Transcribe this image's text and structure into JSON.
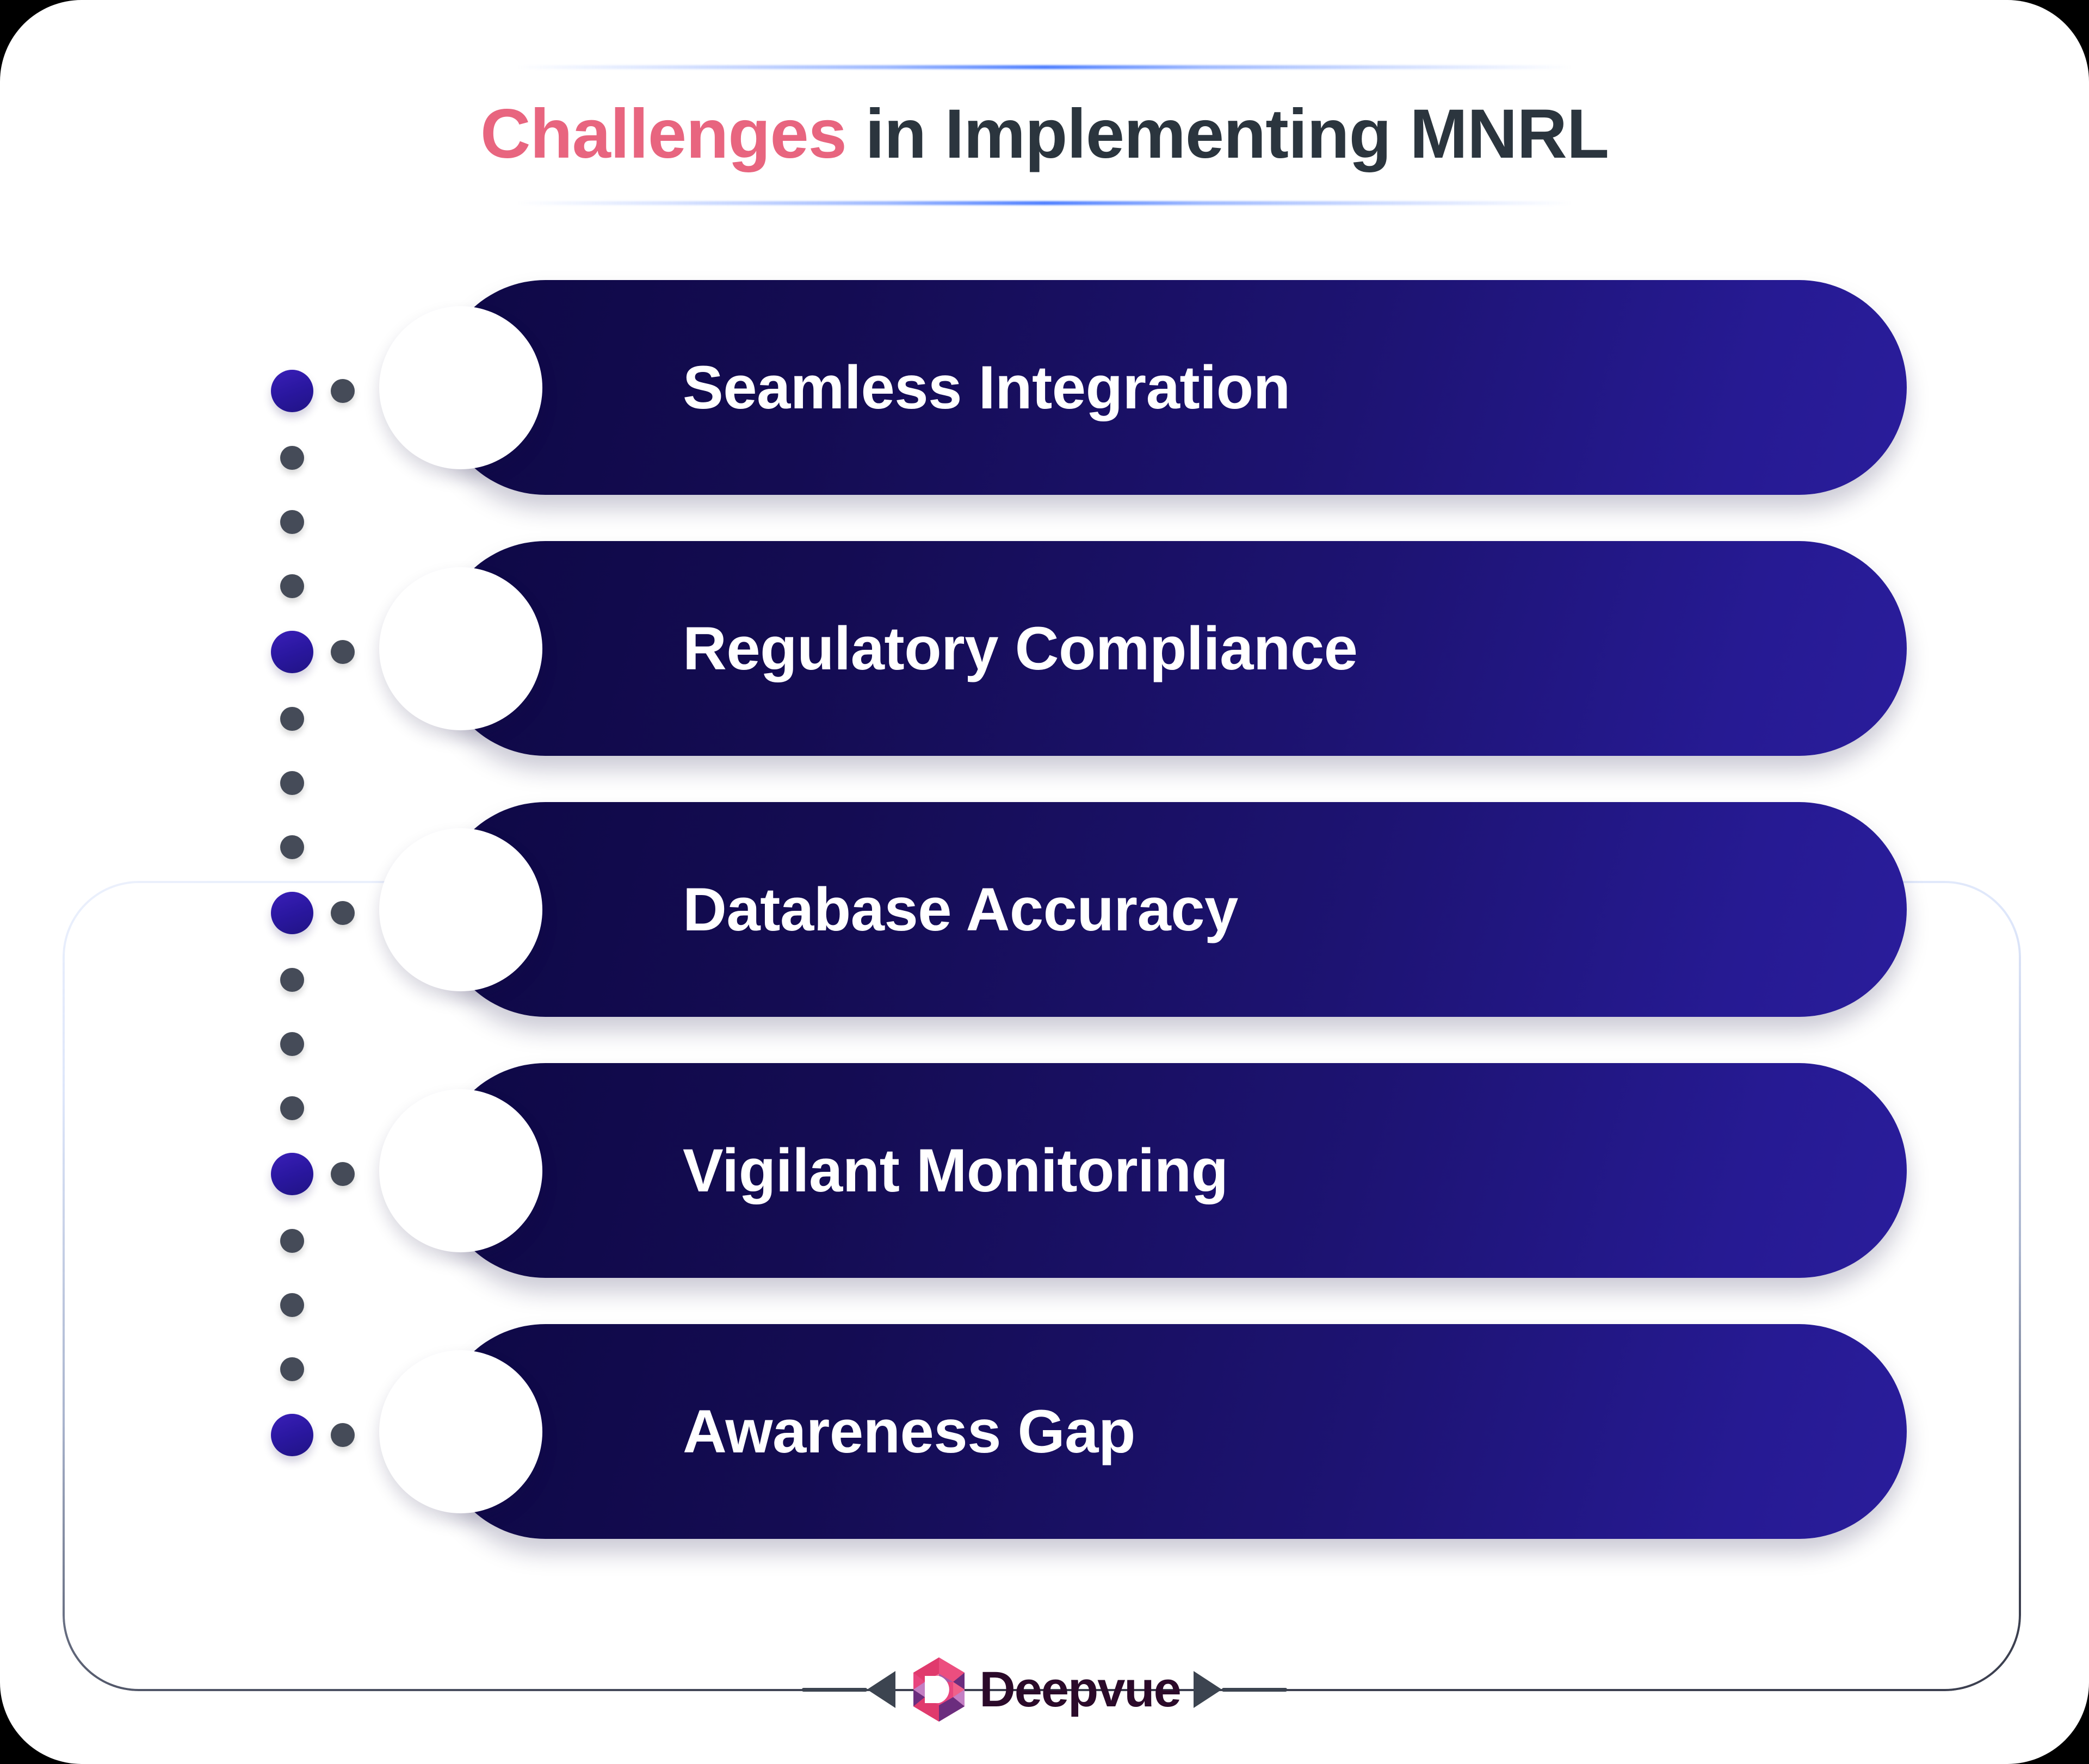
{
  "header": {
    "title_accent": "Challenges",
    "title_rest": " in Implementing MNRL",
    "divider_color": "#4A7CFF",
    "accent_color": "#E8657F",
    "text_color": "#2B353E"
  },
  "list": {
    "items": [
      {
        "label": "Seamless Integration"
      },
      {
        "label": "Regulatory Compliance"
      },
      {
        "label": "Database Accuracy"
      },
      {
        "label": "Vigilant Monitoring"
      },
      {
        "label": "Awareness Gap"
      }
    ],
    "pill_gradient_from": "#0E0846",
    "pill_gradient_to": "#2A1D9B",
    "pill_text_color": "#FFFFFF",
    "marker_big_color": "#2A17A0",
    "marker_small_color": "#454B58"
  },
  "footer": {
    "brand": "Deepvue",
    "brand_color": "#2B0A2A",
    "rule_color": "#3C4450",
    "gem_colors": {
      "pink": "#F0608A",
      "crimson": "#E03A6D",
      "magenta": "#E8457E",
      "purple_dark": "#6B2D7E",
      "purple_light": "#C47FC4",
      "violet": "#A85AA8"
    }
  }
}
